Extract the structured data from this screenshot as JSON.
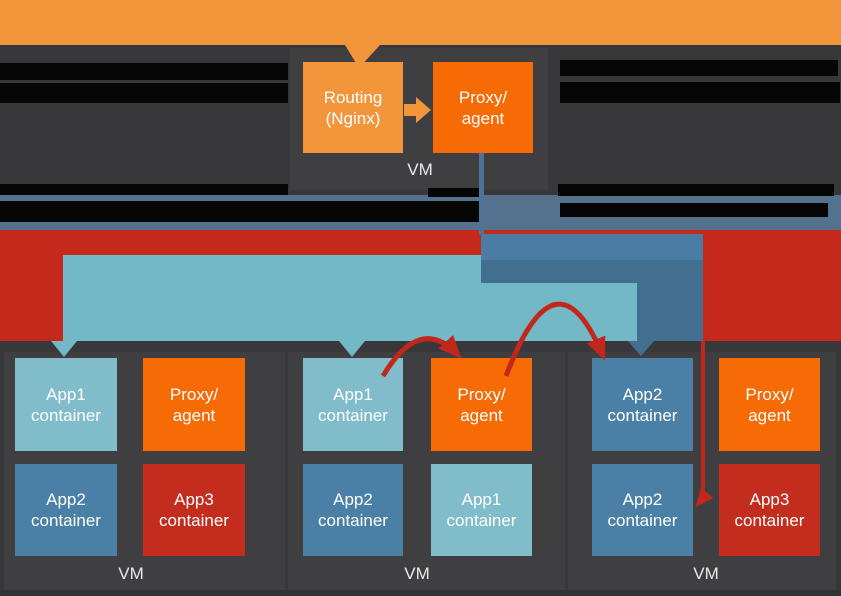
{
  "colors": {
    "bg": "#38383A",
    "panel": "#3F3F41",
    "bar": "#060606",
    "orange": "#F2953B",
    "orange-deep": "#F76B07",
    "teal": "#73B8C7",
    "teal-box": "#80BCCA",
    "steel-box": "#4B80A6",
    "red": "#C5291B",
    "red-box": "#C22D1E",
    "band-blue": "#54718D",
    "path-blue-light": "#4A7CA4",
    "path-blue-dark": "#426F90",
    "line-blue": "#4F7396",
    "arrow-red": "#C3271B",
    "text": "#FFFFFF",
    "vm-text": "#E9E9E9"
  },
  "top_vm": {
    "label": "VM",
    "routing_label": "Routing\n(Nginx)",
    "proxy_label": "Proxy/\nagent"
  },
  "vms": [
    {
      "label": "VM",
      "containers": [
        {
          "label": "App1\ncontainer"
        },
        {
          "label": "Proxy/\nagent"
        },
        {
          "label": "App2\ncontainer"
        },
        {
          "label": "App3\ncontainer"
        }
      ]
    },
    {
      "label": "VM",
      "containers": [
        {
          "label": "App1\ncontainer"
        },
        {
          "label": "Proxy/\nagent"
        },
        {
          "label": "App2\ncontainer"
        },
        {
          "label": "App1\ncontainer"
        }
      ]
    },
    {
      "label": "VM",
      "containers": [
        {
          "label": "App2\ncontainer"
        },
        {
          "label": "Proxy/\nagent"
        },
        {
          "label": "App2\ncontainer"
        },
        {
          "label": "App3\ncontainer"
        }
      ]
    }
  ]
}
